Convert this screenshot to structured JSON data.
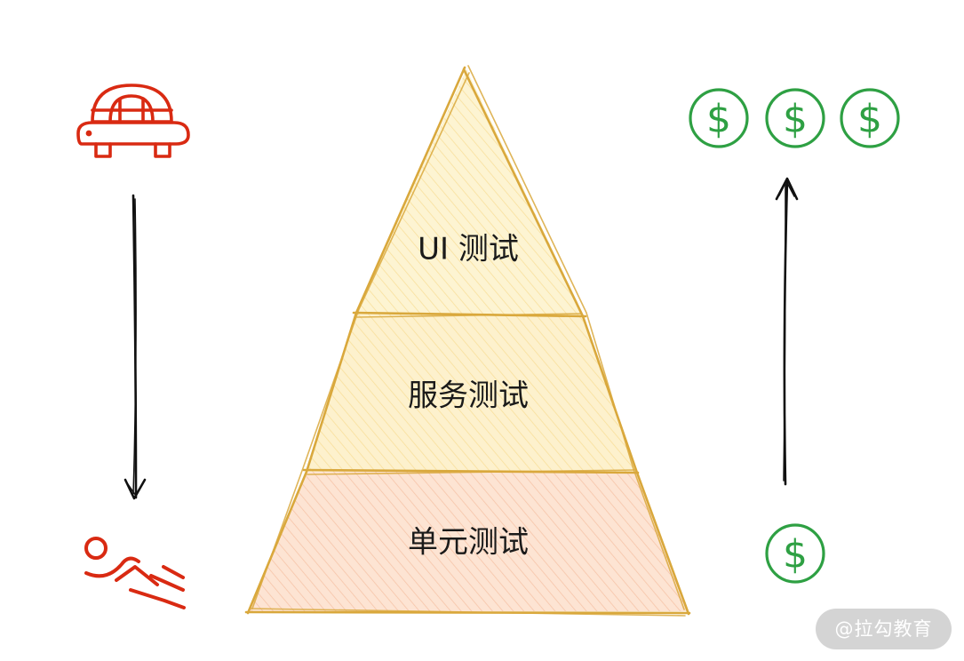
{
  "pyramid": {
    "tiers": [
      {
        "label": "UI 测试"
      },
      {
        "label": "服务测试"
      },
      {
        "label": "单元测试"
      }
    ]
  },
  "left_column": {
    "top_icon": "turtle-icon",
    "bottom_icon": "running-person-icon",
    "arrow": "arrow-down-icon",
    "icon_color": "#d92a12"
  },
  "right_column": {
    "top_icons": [
      "dollar-coin-icon",
      "dollar-coin-icon",
      "dollar-coin-icon"
    ],
    "bottom_icon": "dollar-coin-icon",
    "arrow": "arrow-up-icon",
    "icon_color": "#2ea043",
    "dollar_symbol": "$"
  },
  "colors": {
    "pyramid_stroke": "#d9a83c",
    "tier_top_fill": "#fdf1c7",
    "tier_mid_fill": "#fdeec4",
    "tier_bottom_fill": "#fbdcc7",
    "arrow": "#111111"
  },
  "watermark": {
    "text": "@拉勾教育"
  }
}
